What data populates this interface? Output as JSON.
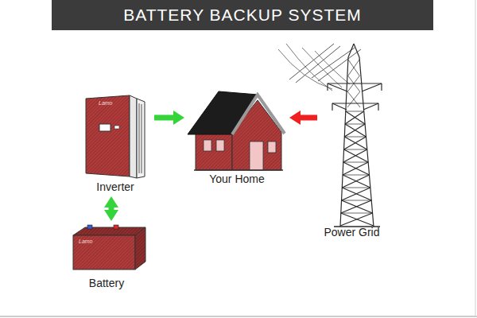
{
  "diagram": {
    "title": "BATTERY BACKUP SYSTEM",
    "nodes": [
      {
        "text": [
          "Inverter"
        ]
      },
      {
        "text": [
          "Your Home"
        ]
      },
      {
        "text": [
          "Power Grid"
        ]
      },
      {
        "text": [
          "Battery"
        ]
      }
    ],
    "edges": [
      {
        "from": 0,
        "to": 1,
        "arrow": "to"
      },
      {
        "from": 2,
        "to": 1,
        "arrow": "to"
      },
      {
        "from": 0,
        "to": 3,
        "arrow": "both"
      }
    ],
    "labels": [
      "Lamo",
      "Lamo"
    ]
  }
}
